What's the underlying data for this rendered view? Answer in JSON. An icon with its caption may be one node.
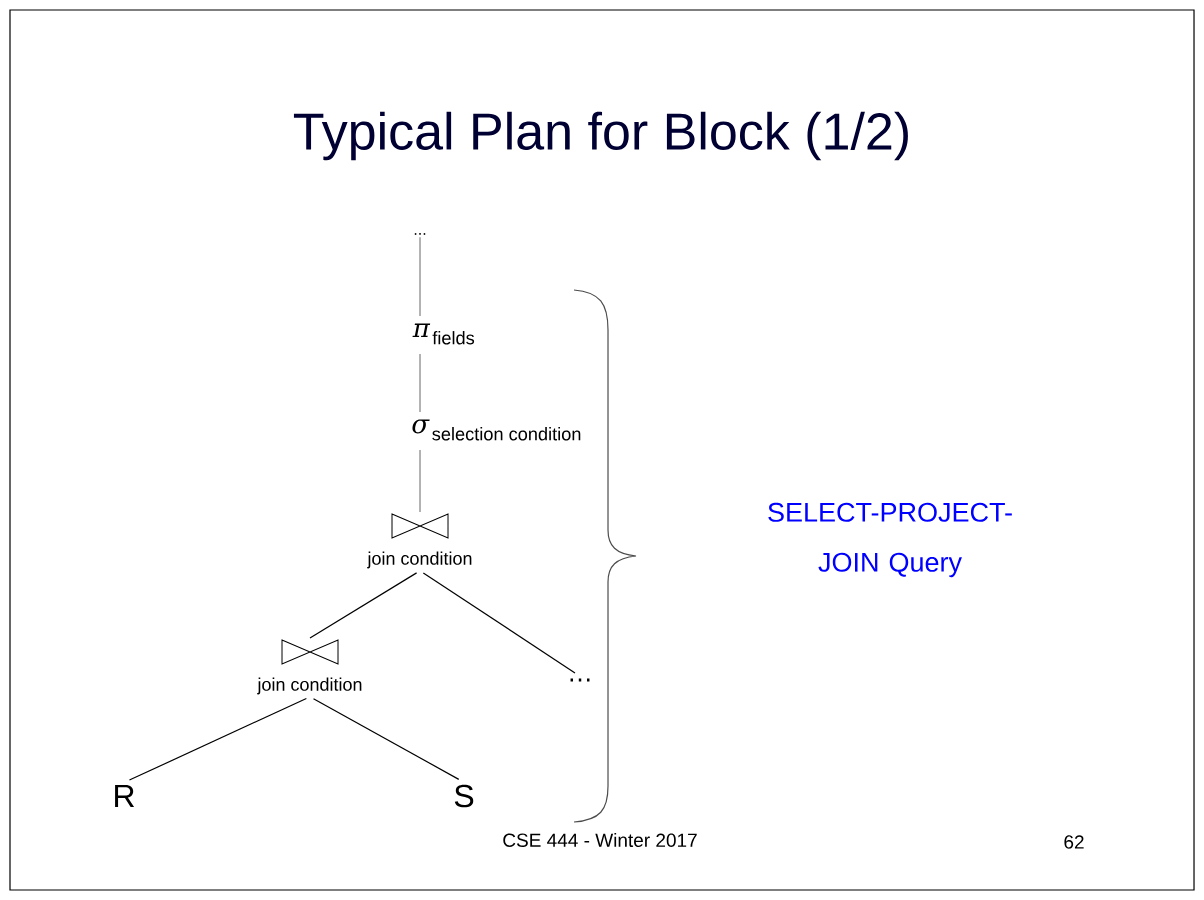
{
  "diagram": {
    "title": "Typical Plan for Block (1/2)",
    "nodes": [
      {
        "text": [
          "..."
        ]
      },
      {
        "text": [
          "\\boldsymbol{\\pi}_{\\text{fields}}"
        ]
      },
      {
        "text": [
          "\\sigma_{\\text{selection condition}}"
        ]
      },
      {
        "text": [
          "join condition"
        ]
      },
      {
        "text": [
          "join condition"
        ]
      },
      {
        "text": [
          "…"
        ]
      },
      {
        "text": [
          "R"
        ]
      },
      {
        "text": [
          "S"
        ]
      }
    ],
    "edges": [
      {
        "from": 0,
        "to": 1,
        "arrow": "none",
        "color": "#808080"
      },
      {
        "from": 1,
        "to": 2,
        "arrow": "none",
        "color": "#808080"
      },
      {
        "from": 2,
        "to": 3,
        "arrow": "none",
        "color": "#808080"
      },
      {
        "from": 3,
        "to": 4,
        "arrow": "none"
      },
      {
        "from": 3,
        "to": 5,
        "arrow": "none"
      },
      {
        "from": 4,
        "to": 6,
        "arrow": "none"
      },
      {
        "from": 4,
        "to": 7,
        "arrow": "none"
      }
    ],
    "labels": [
      "SELECT-PROJECT-JOIN Query",
      "CSE 444 - Winter 2017",
      "62"
    ]
  }
}
